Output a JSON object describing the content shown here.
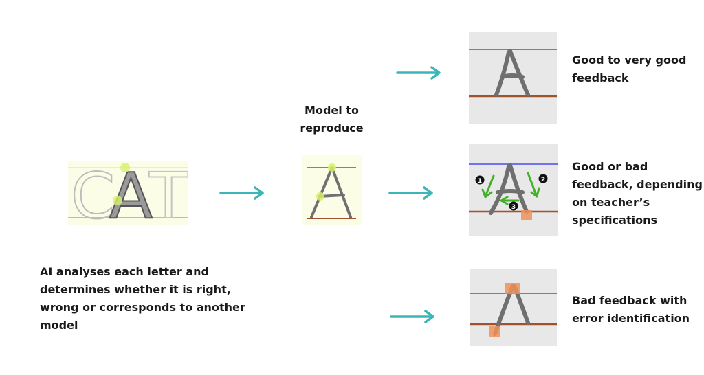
{
  "labels": {
    "model_to_reproduce": "Model to\nreproduce",
    "ai_analyses": "AI analyses each letter and\ndetermines whether it is right,\nwrong or corresponds to another\nmodel",
    "good_feedback": "Good to very good\nfeedback",
    "good_or_bad_feedback": "Good or bad\nfeedback, depending\non teacher’s\nspecifications",
    "bad_feedback": "Bad feedback with\nerror identification"
  },
  "input_word": {
    "letters": [
      "C",
      "A",
      "T"
    ]
  },
  "model_letter": "A",
  "stroke_steps": [
    "1",
    "2",
    "3"
  ],
  "colors": {
    "arrow": "#3bb5b8",
    "guide_top": "#4a4af0",
    "guide_bottom": "#a0522d",
    "error_mark": "#f0915a",
    "direction_arrow": "#43b02a",
    "highlight": "#d6f06a",
    "panel_bg": "#e8e8e8",
    "input_bg": "#fbfde6"
  }
}
